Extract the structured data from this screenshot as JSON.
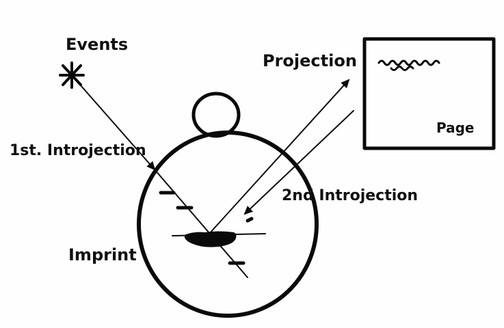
{
  "labels": {
    "events": "Events",
    "projection": "Projection",
    "first_introjection": "1st. Introjection",
    "second_introjection": "2nd Introjection",
    "imprint": "Imprint",
    "page": "Page"
  }
}
